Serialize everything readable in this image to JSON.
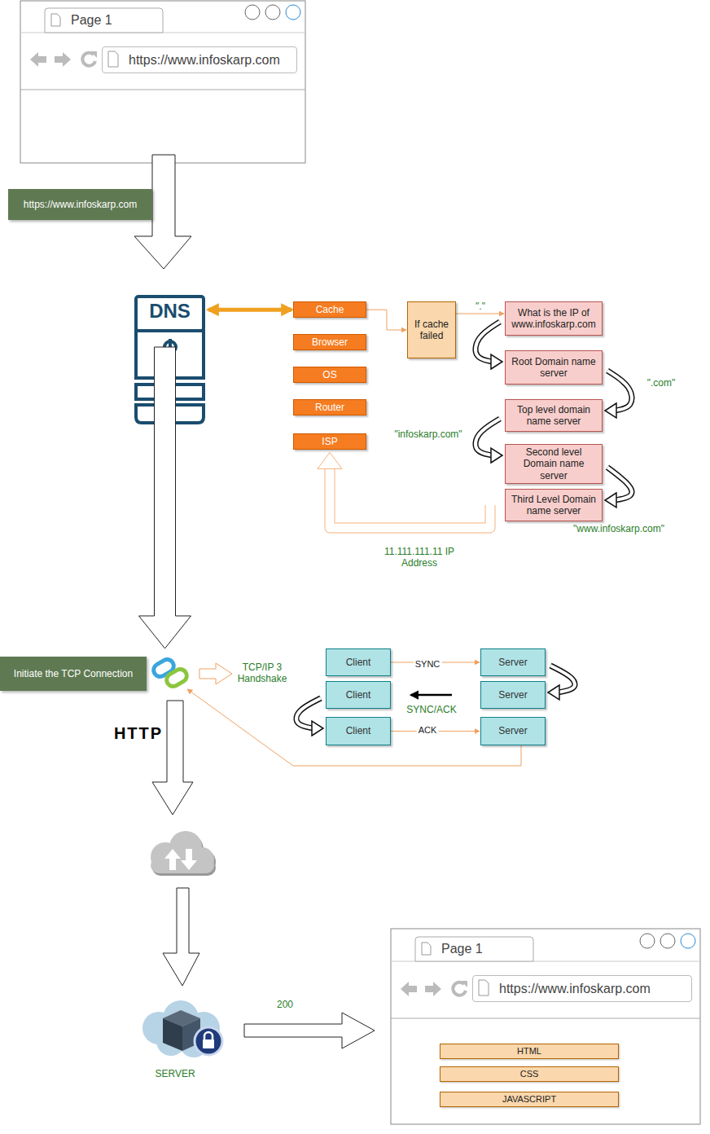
{
  "diagram": {
    "nodes": [
      {
        "text": [
          "Page 1"
        ]
      },
      {
        "text": [
          "https://www.infoskarp.com"
        ]
      },
      {
        "text": [
          "https://www.infoskarp.com"
        ]
      },
      {
        "text": [
          "DNS"
        ]
      },
      {
        "text": [
          "Cache"
        ]
      },
      {
        "text": [
          "Browser"
        ]
      },
      {
        "text": [
          "OS"
        ]
      },
      {
        "text": [
          "Router"
        ]
      },
      {
        "text": [
          "ISP"
        ]
      },
      {
        "text": [
          "If cache failed"
        ]
      },
      {
        "text": [
          "What is the IP of www.infoskarp.com"
        ]
      },
      {
        "text": [
          "Root Domain name server"
        ]
      },
      {
        "text": [
          "Top level domain name server"
        ]
      },
      {
        "text": [
          "Second level Domain name server"
        ]
      },
      {
        "text": [
          "Third Level Domain name server"
        ]
      },
      {
        "text": [
          "Initiate the TCP Connection"
        ]
      },
      {
        "text": [
          "Client"
        ]
      },
      {
        "text": [
          "Client"
        ]
      },
      {
        "text": [
          "Client"
        ]
      },
      {
        "text": [
          "Server"
        ]
      },
      {
        "text": [
          "Server"
        ]
      },
      {
        "text": [
          "Server"
        ]
      },
      {
        "text": [
          "Page 1"
        ]
      },
      {
        "text": [
          "https://www.infoskarp.com"
        ]
      },
      {
        "text": [
          "HTML"
        ]
      },
      {
        "text": [
          "CSS"
        ]
      },
      {
        "text": [
          "JAVASCRIPT"
        ]
      }
    ],
    "edges": [
      {
        "from": 3,
        "to": 4,
        "arrow": "both"
      },
      {
        "from": 4,
        "to": 9,
        "arrow": "to"
      },
      {
        "from": 9,
        "to": 10,
        "label": "\".\"",
        "arrow": "to"
      },
      {
        "from": 10,
        "to": 11,
        "arrow": "to"
      },
      {
        "from": 11,
        "to": 12,
        "label": "\".com\"",
        "arrow": "to"
      },
      {
        "from": 12,
        "to": 13,
        "label": "\"infoskarp.com\"",
        "arrow": "to"
      },
      {
        "from": 13,
        "to": 14,
        "label": "\"www.infoskarp.com\"",
        "arrow": "to"
      },
      {
        "from": 14,
        "to": 8,
        "label": "11.111.111.11 IP Address",
        "arrow": "to"
      },
      {
        "from": 3,
        "to": 15,
        "arrow": "to"
      },
      {
        "from": 16,
        "to": 19,
        "label": "SYNC",
        "arrow": "to"
      },
      {
        "from": 19,
        "to": 20,
        "arrow": "to"
      },
      {
        "from": 20,
        "to": 17,
        "label": "SYNC/ACK",
        "arrow": "to"
      },
      {
        "from": 17,
        "to": 18,
        "arrow": "to"
      },
      {
        "from": 18,
        "to": 21,
        "label": "ACK",
        "arrow": "to"
      },
      {
        "from": 21,
        "to": 15,
        "arrow": "to"
      }
    ],
    "labels": [
      "TCP/IP 3 Handshake",
      "HTTP",
      "SERVER",
      "200"
    ]
  }
}
